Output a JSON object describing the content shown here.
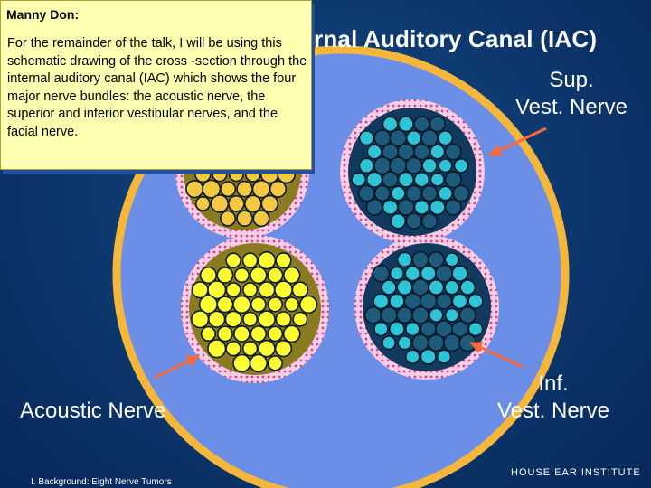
{
  "slide": {
    "title": "Internal Auditory Canal (IAC)",
    "labels": {
      "superior_vestibular": "Sup. Vest. Nerve",
      "inferior_vestibular": "Inf. Vest. Nerve",
      "acoustic": "Acoustic Nerve"
    },
    "footer_left": "I. Background: Eight Nerve Tumors",
    "footer_right": "HOUSE EAR INSTITUTE"
  },
  "note": {
    "author": "Manny Don:",
    "text": "For the remainder of the talk, I will be using this schematic drawing of the cross -section through the internal auditory canal (IAC) which shows the four major nerve bundles: the acoustic nerve, the superior and inferior vestibular nerves, and the facial nerve."
  },
  "colors": {
    "background": "#0d3a70",
    "canal_fill": "#6b8fe6",
    "canal_ring": "#f5b73b",
    "sheath": "#f0c8dc",
    "acoustic_fiber": "#ffff33",
    "facial_fiber": "#f5c842",
    "vestibular_fiber": "#2ec4d6",
    "arrow": "#ff6a3d",
    "note_bg": "#ffffb2"
  },
  "bundles": [
    {
      "name": "facial-nerve",
      "fiber": "facial"
    },
    {
      "name": "superior-vestibular-nerve",
      "fiber": "vestibular"
    },
    {
      "name": "acoustic-nerve",
      "fiber": "acoustic"
    },
    {
      "name": "inferior-vestibular-nerve",
      "fiber": "vestibular"
    }
  ]
}
